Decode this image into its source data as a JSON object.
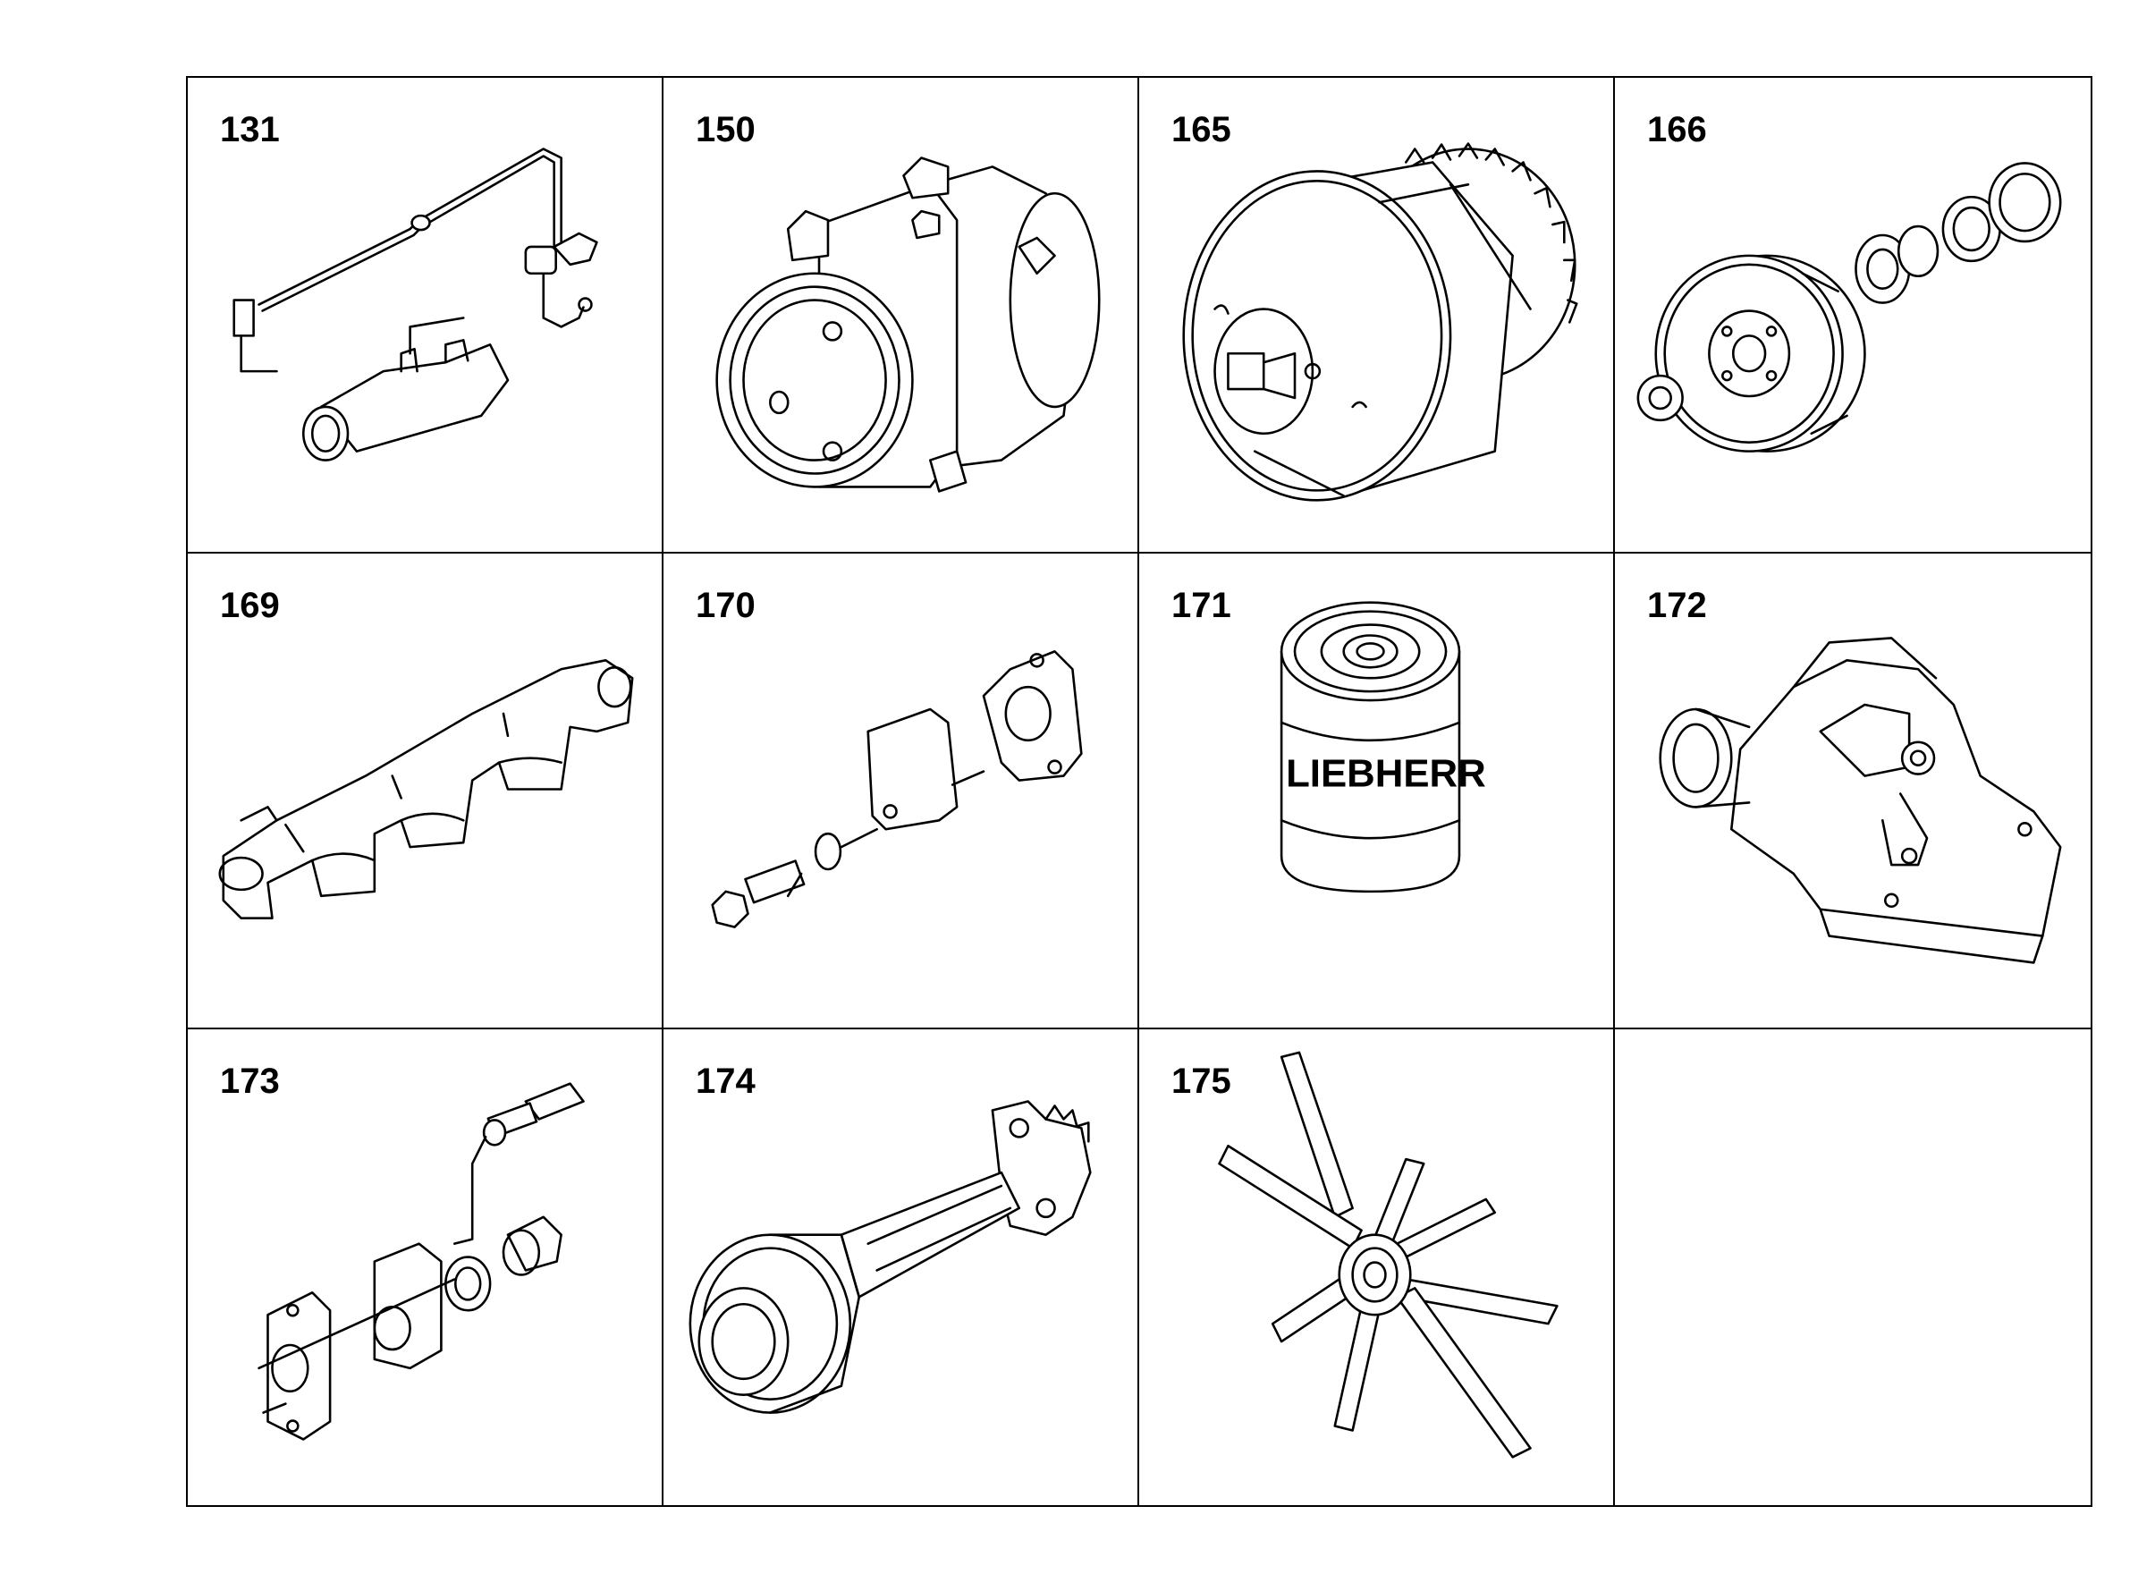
{
  "parts": [
    {
      "number": "131",
      "icon": "hose-line-with-sensor-icon"
    },
    {
      "number": "150",
      "icon": "ac-compressor-icon"
    },
    {
      "number": "165",
      "icon": "fan-clutch-icon"
    },
    {
      "number": "166",
      "icon": "water-pump-pulley-icon"
    },
    {
      "number": "169",
      "icon": "exhaust-manifold-icon"
    },
    {
      "number": "170",
      "icon": "cover-plate-with-gasket-icon"
    },
    {
      "number": "171",
      "icon": "oil-filter-icon"
    },
    {
      "number": "172",
      "icon": "thermostat-housing-icon"
    },
    {
      "number": "173",
      "icon": "flange-with-plug-icon"
    },
    {
      "number": "174",
      "icon": "drive-shaft-icon"
    },
    {
      "number": "175",
      "icon": "fan-blade-icon"
    },
    {
      "number": "",
      "icon": ""
    }
  ],
  "filter_logo_text": "LIEBHERR"
}
